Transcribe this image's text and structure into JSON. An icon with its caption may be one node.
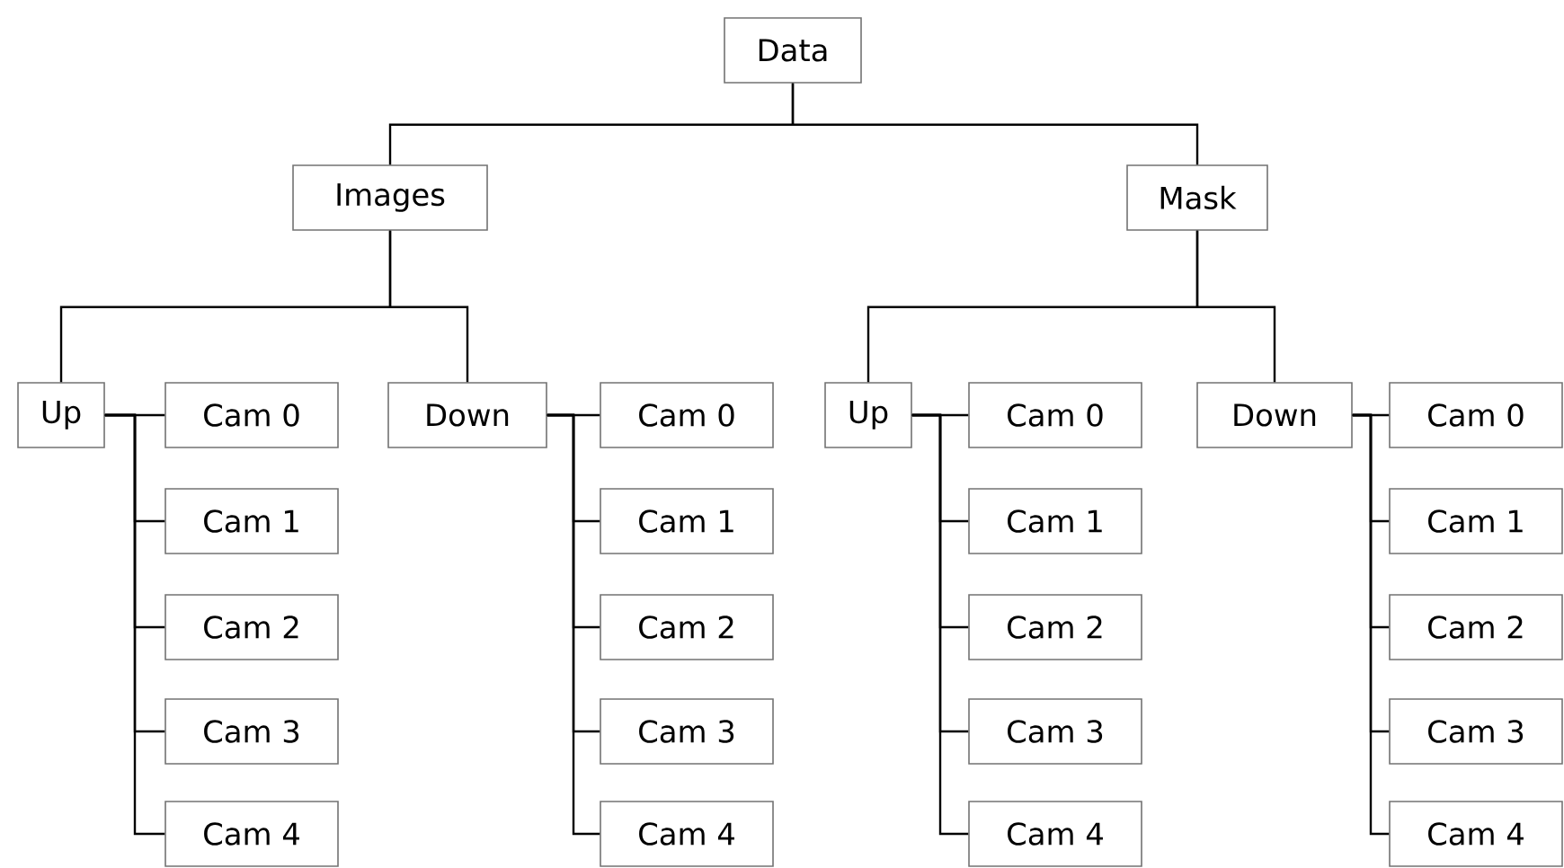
{
  "diagram": {
    "nodes": [
      {
        "text": [
          "Data"
        ]
      },
      {
        "text": [
          "Images"
        ]
      },
      {
        "text": [
          "Mask"
        ]
      },
      {
        "text": [
          "Up"
        ]
      },
      {
        "text": [
          "Cam 0"
        ]
      },
      {
        "text": [
          "Cam 1"
        ]
      },
      {
        "text": [
          "Cam 2"
        ]
      },
      {
        "text": [
          "Cam 3"
        ]
      },
      {
        "text": [
          "Cam 4"
        ]
      },
      {
        "text": [
          "Down"
        ]
      },
      {
        "text": [
          "Cam 0"
        ]
      },
      {
        "text": [
          "Cam 1"
        ]
      },
      {
        "text": [
          "Cam 2"
        ]
      },
      {
        "text": [
          "Cam 3"
        ]
      },
      {
        "text": [
          "Cam 4"
        ]
      },
      {
        "text": [
          "Up"
        ]
      },
      {
        "text": [
          "Cam 0"
        ]
      },
      {
        "text": [
          "Cam 1"
        ]
      },
      {
        "text": [
          "Cam 2"
        ]
      },
      {
        "text": [
          "Cam 3"
        ]
      },
      {
        "text": [
          "Cam 4"
        ]
      },
      {
        "text": [
          "Down"
        ]
      },
      {
        "text": [
          "Cam 0"
        ]
      },
      {
        "text": [
          "Cam 1"
        ]
      },
      {
        "text": [
          "Cam 2"
        ]
      },
      {
        "text": [
          "Cam 3"
        ]
      },
      {
        "text": [
          "Cam 4"
        ]
      }
    ],
    "edges": [
      {
        "from": 0,
        "to": 1,
        "arrow": "none"
      },
      {
        "from": 0,
        "to": 2,
        "arrow": "none"
      },
      {
        "from": 1,
        "to": 3,
        "arrow": "none"
      },
      {
        "from": 1,
        "to": 9,
        "arrow": "none"
      },
      {
        "from": 3,
        "to": 4,
        "arrow": "none"
      },
      {
        "from": 3,
        "to": 5,
        "arrow": "none"
      },
      {
        "from": 3,
        "to": 6,
        "arrow": "none"
      },
      {
        "from": 3,
        "to": 7,
        "arrow": "none"
      },
      {
        "from": 3,
        "to": 8,
        "arrow": "none"
      },
      {
        "from": 9,
        "to": 10,
        "arrow": "none"
      },
      {
        "from": 9,
        "to": 11,
        "arrow": "none"
      },
      {
        "from": 9,
        "to": 12,
        "arrow": "none"
      },
      {
        "from": 9,
        "to": 13,
        "arrow": "none"
      },
      {
        "from": 9,
        "to": 14,
        "arrow": "none"
      },
      {
        "from": 2,
        "to": 15,
        "arrow": "none"
      },
      {
        "from": 2,
        "to": 21,
        "arrow": "none"
      },
      {
        "from": 15,
        "to": 16,
        "arrow": "none"
      },
      {
        "from": 15,
        "to": 17,
        "arrow": "none"
      },
      {
        "from": 15,
        "to": 18,
        "arrow": "none"
      },
      {
        "from": 15,
        "to": 19,
        "arrow": "none"
      },
      {
        "from": 15,
        "to": 20,
        "arrow": "none"
      },
      {
        "from": 21,
        "to": 22,
        "arrow": "none"
      },
      {
        "from": 21,
        "to": 23,
        "arrow": "none"
      },
      {
        "from": 21,
        "to": 24,
        "arrow": "none"
      },
      {
        "from": 21,
        "to": 25,
        "arrow": "none"
      },
      {
        "from": 21,
        "to": 26,
        "arrow": "none"
      }
    ]
  }
}
